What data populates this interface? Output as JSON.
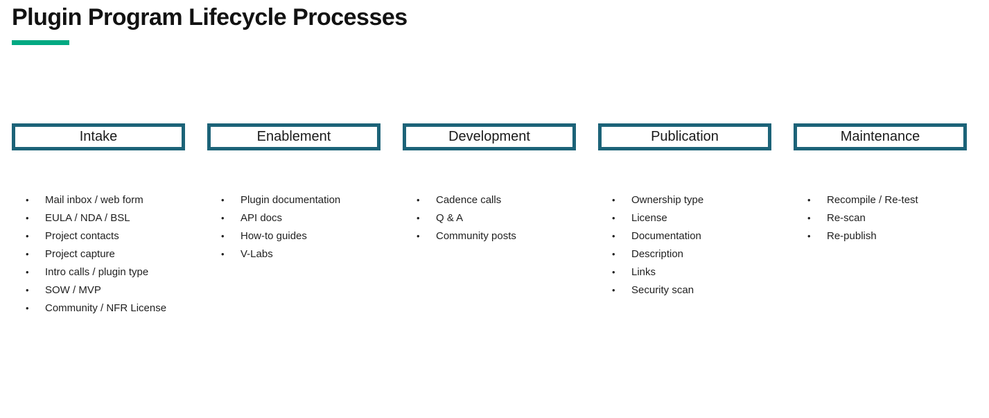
{
  "page": {
    "title": "Plugin Program Lifecycle Processes"
  },
  "ui": {
    "bullet": "•",
    "accent_green": "#01A982",
    "box_border_teal": "#1C6378",
    "text_color": "#1f1f1f"
  },
  "columns": [
    {
      "header": "Intake",
      "items": [
        "Mail inbox / web form",
        "EULA / NDA / BSL",
        "Project contacts",
        "Project capture",
        "Intro calls / plugin type",
        "SOW / MVP",
        "Community / NFR License"
      ]
    },
    {
      "header": "Enablement",
      "items": [
        "Plugin documentation",
        "API docs",
        "How-to guides",
        "V-Labs"
      ]
    },
    {
      "header": "Development",
      "items": [
        "Cadence calls",
        "Q & A",
        "Community posts"
      ]
    },
    {
      "header": "Publication",
      "items": [
        "Ownership type",
        "License",
        "Documentation",
        "Description",
        "Links",
        "Security scan"
      ]
    },
    {
      "header": "Maintenance",
      "items": [
        "Recompile / Re-test",
        "Re-scan",
        "Re-publish"
      ]
    }
  ]
}
